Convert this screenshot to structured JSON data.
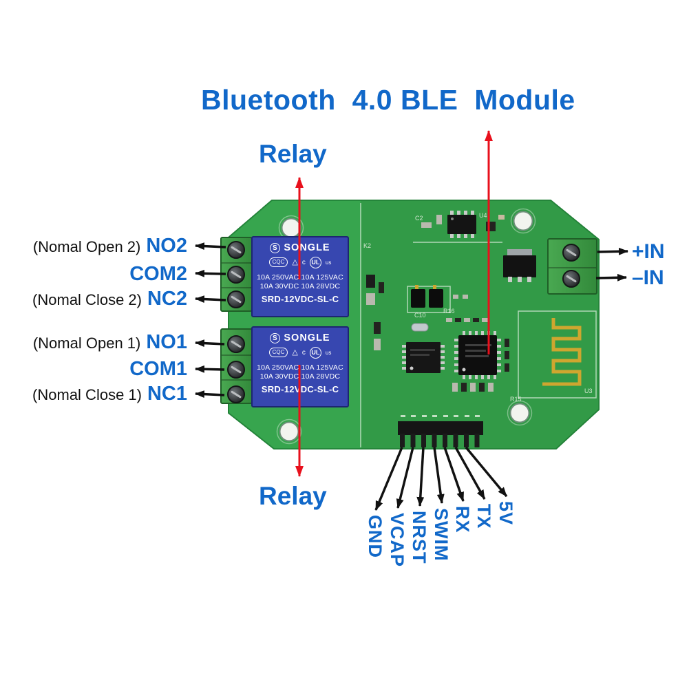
{
  "title": "Bluetooth  4.0 BLE  Module",
  "annotations": {
    "relay_top": "Relay",
    "relay_bottom": "Relay",
    "left": [
      {
        "prefix": "(Nomal Open 2)",
        "label": "NO2"
      },
      {
        "prefix": "",
        "label": "COM2"
      },
      {
        "prefix": "(Nomal Close 2)",
        "label": "NC2"
      },
      {
        "prefix": "(Nomal Open 1)",
        "label": "NO1"
      },
      {
        "prefix": "",
        "label": "COM1"
      },
      {
        "prefix": "(Nomal Close 1)",
        "label": "NC1"
      }
    ],
    "right": [
      {
        "label": "+IN"
      },
      {
        "label": "–IN"
      }
    ],
    "pins": [
      "GND",
      "VCAP",
      "NRST",
      "SWIM",
      "RX",
      "TX",
      "5V"
    ]
  },
  "relay": {
    "logo_letter": "S",
    "brand": "SONGLE",
    "cert_cqc": "CQC",
    "cert_mark": "△",
    "cert_ul_c": "c",
    "cert_ul": "UL",
    "cert_ul_us": "us",
    "ratings_ac": "10A 250VAC 10A 125VAC",
    "ratings_dc": "10A 30VDC 10A 28VDC",
    "model": "SRD-12VDC-SL-C"
  },
  "silkscreen": [
    "C2",
    "U4",
    "K2",
    "R16",
    "C10",
    "R15",
    "U3"
  ],
  "colors": {
    "label_blue": "#1168c9",
    "arrow_red": "#e8101c",
    "arrow_black": "#111111",
    "board_green": "#36a24c",
    "relay_blue": "#3747b0",
    "antenna_gold": "#cfa62f"
  }
}
